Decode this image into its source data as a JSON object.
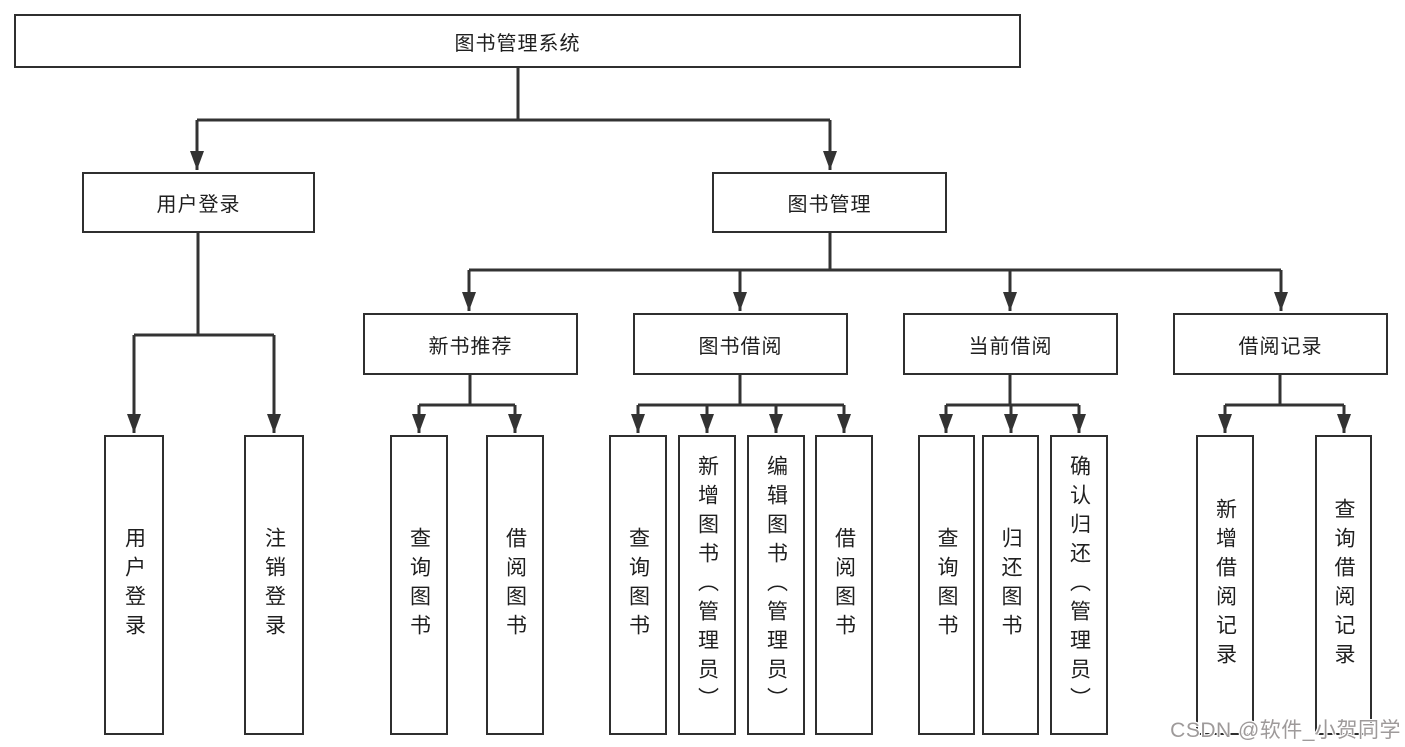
{
  "diagram": {
    "type": "hierarchy-tree",
    "colors": {
      "line": "#333333",
      "box_border": "#2f2f2f",
      "text": "#1f1f1f",
      "background": "#ffffff",
      "watermark_text": "#9e9a9a"
    },
    "nodes": {
      "root": "图书管理系统",
      "level2": {
        "user_login": "用户登录",
        "book_mgmt": "图书管理"
      },
      "level3": {
        "new_book_rec": "新书推荐",
        "book_borrow": "图书借阅",
        "current_borrow": "当前借阅",
        "borrow_record": "借阅记录"
      },
      "leaves": {
        "user_login_login": "用户登录",
        "user_login_logout": "注销登录",
        "rec_query_books": "查询图书",
        "rec_borrow_books": "借阅图书",
        "borrow_query_books": "查询图书",
        "borrow_add_books": "新增图书（管理员）",
        "borrow_edit_books": "编辑图书（管理员）",
        "borrow_borrow_books": "借阅图书",
        "current_query_books": "查询图书",
        "current_return_books": "归还图书",
        "current_confirm_return": "确认归还（管理员）",
        "record_add_record": "新增借阅记录",
        "record_query_record": "查询借阅记录"
      }
    },
    "watermark": "CSDN @软件_小贺同学"
  }
}
